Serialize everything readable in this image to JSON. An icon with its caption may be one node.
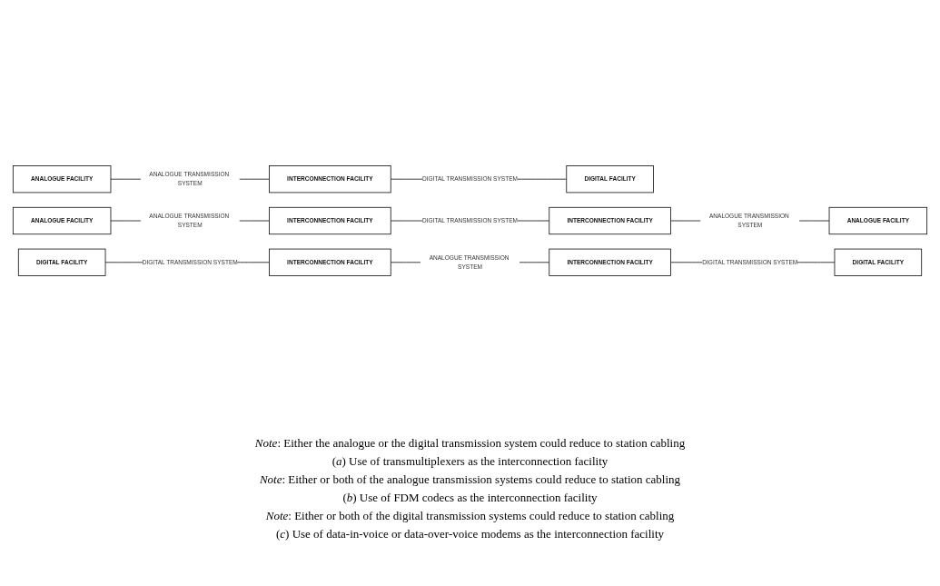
{
  "diagram": {
    "nodes": [
      {
        "text": [
          "ANALOGUE FACILITY"
        ]
      },
      {
        "text": [
          "INTERCONNECTION FACILITY"
        ]
      },
      {
        "text": [
          "DIGITAL FACILITY"
        ]
      },
      {
        "text": [
          "ANALOGUE FACILITY"
        ]
      },
      {
        "text": [
          "INTERCONNECTION FACILITY"
        ]
      },
      {
        "text": [
          "INTERCONNECTION FACILITY"
        ]
      },
      {
        "text": [
          "ANALOGUE FACILITY"
        ]
      },
      {
        "text": [
          "DIGITAL FACILITY"
        ]
      },
      {
        "text": [
          "INTERCONNECTION FACILITY"
        ]
      },
      {
        "text": [
          "INTERCONNECTION FACILITY"
        ]
      },
      {
        "text": [
          "DIGITAL FACILITY"
        ]
      }
    ],
    "edges": [
      {
        "from": 0,
        "to": 1,
        "arrow": "none",
        "label": "ANALOGUE TRANSMISSION SYSTEM"
      },
      {
        "from": 1,
        "to": 2,
        "arrow": "none",
        "label": "DIGITAL TRANSMISSION SYSTEM"
      },
      {
        "from": 3,
        "to": 4,
        "arrow": "none",
        "label": "ANALOGUE TRANSMISSION SYSTEM"
      },
      {
        "from": 4,
        "to": 5,
        "arrow": "none",
        "label": "DIGITAL TRANSMISSION SYSTEM"
      },
      {
        "from": 5,
        "to": 6,
        "arrow": "none",
        "label": "ANALOGUE TRANSMISSION SYSTEM"
      },
      {
        "from": 7,
        "to": 8,
        "arrow": "none",
        "label": "DIGITAL TRANSMISSION SYSTEM"
      },
      {
        "from": 8,
        "to": 9,
        "arrow": "none",
        "label": "ANALOGUE TRANSMISSION SYSTEM"
      },
      {
        "from": 9,
        "to": 10,
        "arrow": "none",
        "label": "DIGITAL TRANSMISSION SYSTEM"
      }
    ],
    "labels": [
      "*Note*: Either the analogue or the digital transmission system could reduce to station cabling",
      "(*a*) Use of transmultiplexers as the interconnection facility",
      "*Note*: Either or both of the analogue transmission systems could reduce to station cabling",
      "(*b*) Use of FDM codecs as the interconnection facility",
      "*Note*: Either or both of the digital transmission systems could reduce to station cabling",
      "(*c*) Use of data-in-voice or data-over-voice modems as the interconnection facility"
    ]
  }
}
